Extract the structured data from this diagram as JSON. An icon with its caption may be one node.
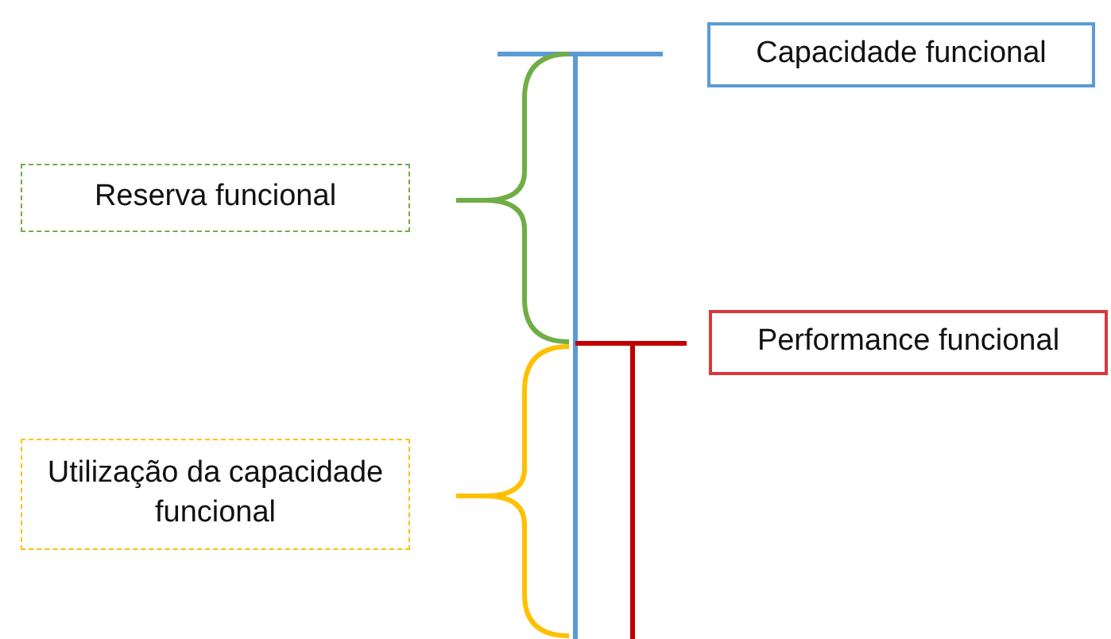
{
  "diagram": {
    "nodes": [
      {
        "text": [
          "Capacidade funcional"
        ]
      },
      {
        "text": [
          "Reserva funcional"
        ]
      },
      {
        "text": [
          "Performance funcional"
        ]
      },
      {
        "text": [
          "Utilização da capacidade funcional"
        ]
      }
    ],
    "edges": []
  }
}
